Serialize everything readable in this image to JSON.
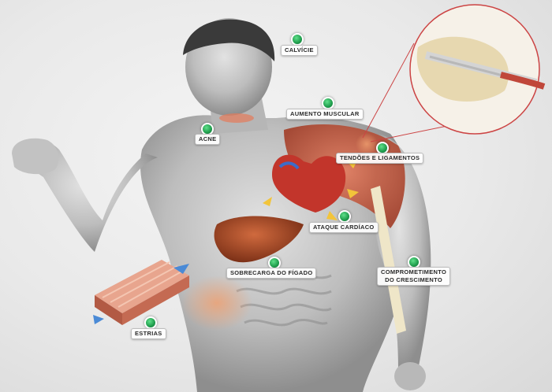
{
  "labels": {
    "calvicie": "CALVÍCIE",
    "aumento_muscular": "AUMENTO MUSCULAR",
    "acne": "ACNE",
    "tendoes": "TENDÕES E LIGAMENTOS",
    "ataque_cardiaco": "ATAQUE CARDÍACO",
    "sobrecarga": "SOBRECARGA DO FÍGADO",
    "comprometimento_1": "COMPROMETIMENTO",
    "comprometimento_2": "DO CRESCIMENTO",
    "estrias": "ESTRIAS"
  },
  "colors": {
    "marker": "#1f9c4c",
    "muscle": "#c9553a",
    "liver": "#b5502c",
    "body": "#b9b9b9"
  }
}
